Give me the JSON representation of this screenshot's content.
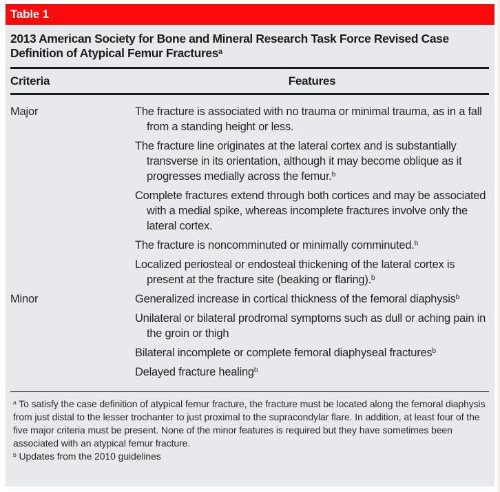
{
  "table": {
    "label": "Table 1",
    "title": "2013 American Society for Bone and Mineral Research Task Force Revised Case Definition of Atypical Femur Fractures",
    "title_sup": "a",
    "columns": {
      "criteria": "Criteria",
      "features": "Features"
    },
    "groups": [
      {
        "criteria": "Major",
        "features": [
          {
            "text": "The fracture is associated with no trauma or minimal trauma, as in a fall from a standing height or less.",
            "sup": ""
          },
          {
            "text": "The fracture line originates at the lateral cortex and is substantially transverse in its orientation, although it may become oblique as it progresses medially across the femur.",
            "sup": "b"
          },
          {
            "text": "Complete fractures extend through both cortices and may be associated with a medial spike, whereas incomplete fractures involve only the lateral cortex.",
            "sup": ""
          },
          {
            "text": "The fracture is noncomminuted or minimally comminuted.",
            "sup": "b"
          },
          {
            "text": "Localized periosteal or endosteal thickening of the lateral cortex is present at the fracture site (beaking or flaring).",
            "sup": "b"
          }
        ]
      },
      {
        "criteria": "Minor",
        "features": [
          {
            "text": "Generalized increase in cortical thickness of the femoral diaphysis",
            "sup": "b"
          },
          {
            "text": "Unilateral or bilateral prodromal symptoms such as dull or aching pain in the groin or thigh",
            "sup": ""
          },
          {
            "text": "Bilateral incomplete or complete femoral diaphyseal fractures",
            "sup": "b"
          },
          {
            "text": "Delayed fracture healing",
            "sup": "b"
          }
        ]
      }
    ],
    "footnotes": [
      {
        "marker": "a",
        "text": "To satisfy the case definition of atypical femur fracture, the fracture must be located along the femoral diaphysis from just distal to the lesser trochanter to just proximal to the supracondylar flare. In addition, at least four of the five major criteria must be present. None of the minor features is required but they have sometimes been associated with an atypical femur fracture."
      },
      {
        "marker": "b",
        "text": "Updates from the 2010 guidelines"
      }
    ],
    "colors": {
      "accent_red": "#FA0A0A",
      "panel_gray": "#E8E9EA",
      "rule_black": "#1c1c1c",
      "text": "#262626"
    }
  }
}
